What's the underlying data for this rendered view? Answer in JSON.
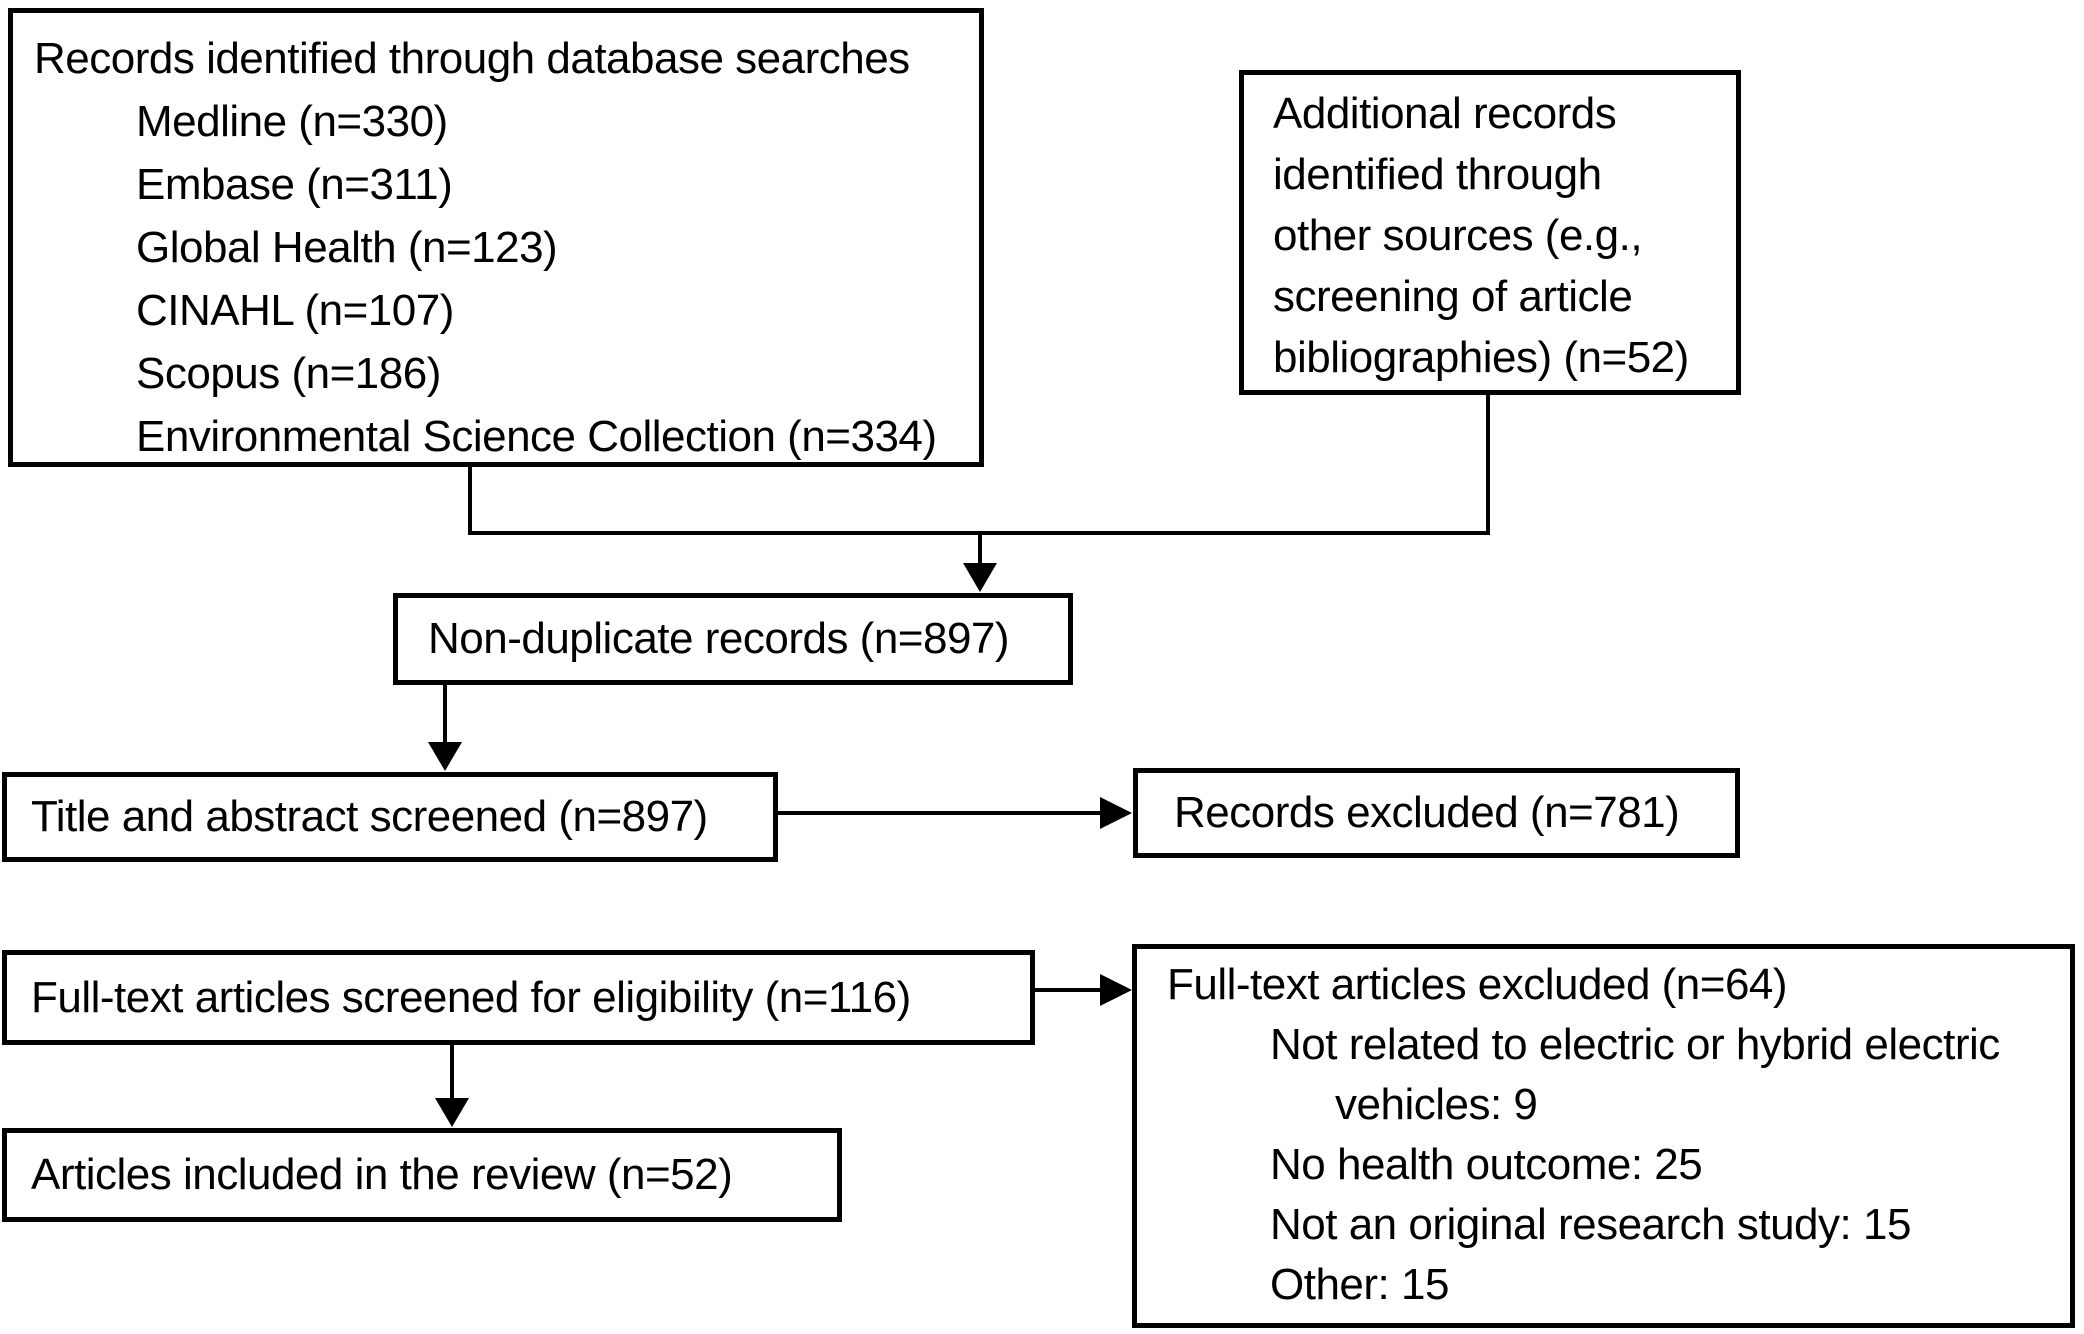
{
  "diagram": {
    "type": "prisma-flow",
    "colors": {
      "line": "#000000",
      "background": "#ffffff",
      "text": "#000000"
    },
    "boxes": {
      "database_records": {
        "title": "Records identified through database searches",
        "items": [
          "Medline (n=330)",
          "Embase (n=311)",
          "Global Health (n=123)",
          "CINAHL (n=107)",
          "Scopus (n=186)",
          "Environmental Science Collection (n=334)"
        ]
      },
      "additional_records": {
        "lines": [
          "Additional records",
          "identified through",
          "other sources (e.g.,",
          "screening of article",
          "bibliographies) (n=52)"
        ]
      },
      "non_duplicate": {
        "label": "Non-duplicate records (n=897)"
      },
      "title_abstract": {
        "label": "Title and abstract screened (n=897)"
      },
      "records_excluded": {
        "label": "Records excluded (n=781)"
      },
      "fulltext_screened": {
        "label": "Full-text articles screened for eligibility (n=116)"
      },
      "fulltext_excluded": {
        "title": "Full-text articles excluded (n=64)",
        "reasons": [
          {
            "text": "Not related to electric or hybrid electric",
            "indent": 1
          },
          {
            "text": "vehicles: 9",
            "indent": 2
          },
          {
            "text": "No health outcome: 25",
            "indent": 1
          },
          {
            "text": "Not an original research study: 15",
            "indent": 1
          },
          {
            "text": "Other: 15",
            "indent": 1
          }
        ]
      },
      "included": {
        "label": "Articles included in the review (n=52)"
      }
    }
  }
}
